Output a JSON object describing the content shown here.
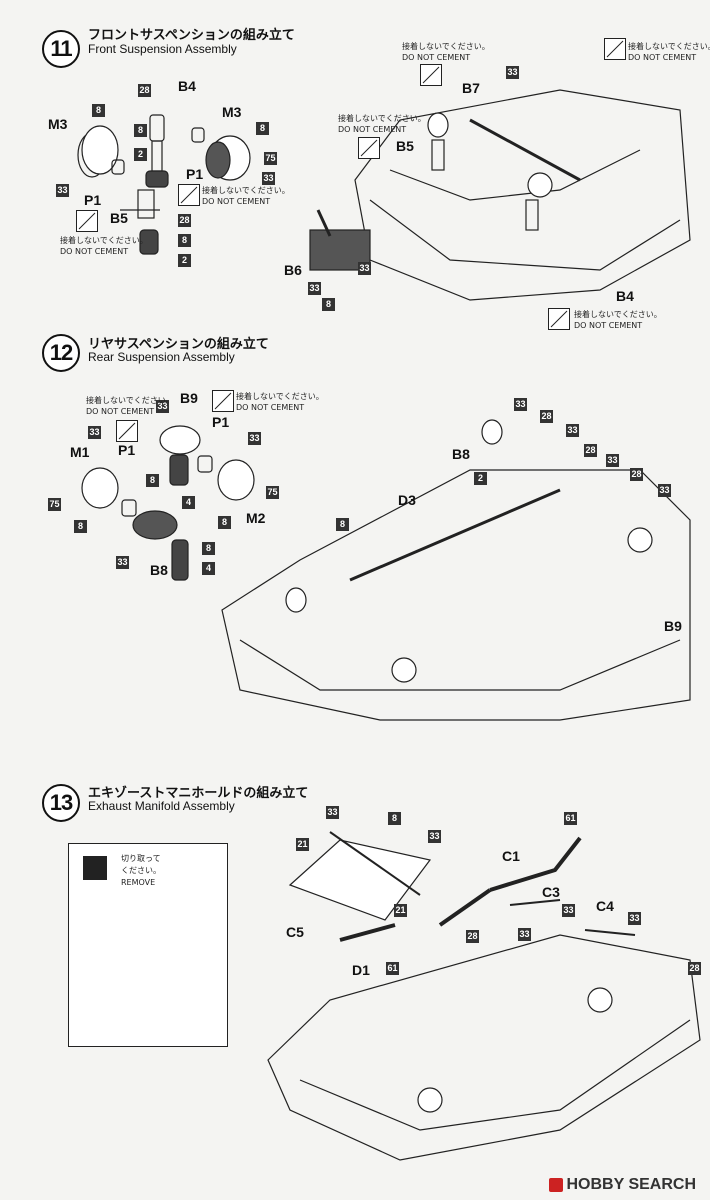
{
  "steps": [
    {
      "number": "11",
      "title_jp": "フロントサスペンションの組み立て",
      "title_en": "Front Suspension Assembly"
    },
    {
      "number": "12",
      "title_jp": "リヤサスペンションの組み立て",
      "title_en": "Rear Suspension Assembly"
    },
    {
      "number": "13",
      "title_jp": "エキゾーストマニホールドの組み立て",
      "title_en": "Exhaust Manifold Assembly"
    }
  ],
  "notes": {
    "do_not_cement_jp": "接着しないでください。",
    "do_not_cement_en": "DO NOT CEMENT",
    "remove_jp_1": "切り取って",
    "remove_jp_2": "ください。",
    "remove_en": "REMOVE"
  },
  "parts": {
    "s11": {
      "M3a": "M3",
      "B4a": "B4",
      "M3b": "M3",
      "P1a": "P1",
      "P1b": "P1",
      "B5a": "B5",
      "B7": "B7",
      "B5b": "B5",
      "B6": "B6",
      "B4b": "B4"
    },
    "s12": {
      "B9a": "B9",
      "P1a": "P1",
      "M1": "M1",
      "P1b": "P1",
      "M2": "M2",
      "B8a": "B8",
      "B8b": "B8",
      "D3": "D3",
      "B9b": "B9"
    },
    "s13": {
      "C1": "C1",
      "C3": "C3",
      "C4": "C4",
      "C5a": "C5",
      "C5b": "C5",
      "D1": "D1"
    }
  },
  "badges": {
    "s11": [
      "28",
      "8",
      "8",
      "2",
      "75",
      "33",
      "8",
      "33",
      "28",
      "8",
      "2",
      "33",
      "33",
      "33",
      "8"
    ],
    "s12": [
      "33",
      "33",
      "75",
      "8",
      "8",
      "4",
      "8",
      "33",
      "33",
      "75",
      "8",
      "4",
      "33",
      "28",
      "33",
      "2",
      "28",
      "33",
      "28",
      "33",
      "8"
    ],
    "s13": [
      "33",
      "8",
      "33",
      "21",
      "21",
      "61",
      "61",
      "33",
      "28",
      "33",
      "33",
      "28"
    ]
  },
  "watermark": "HOBBY SEARCH"
}
